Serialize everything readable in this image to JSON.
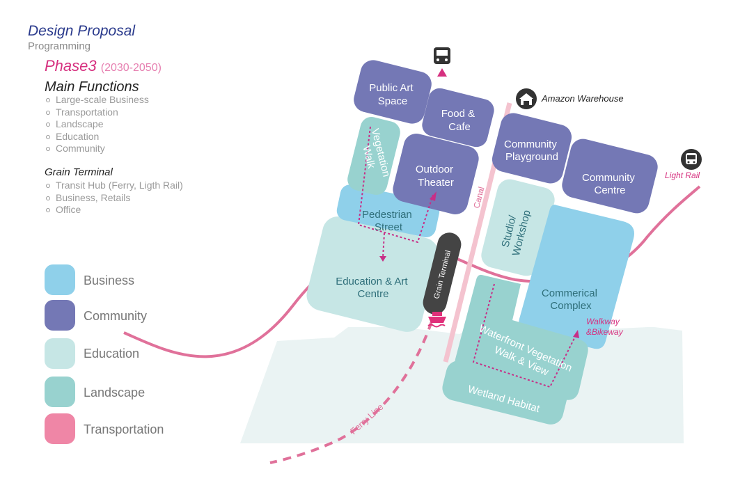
{
  "header": {
    "title": "Design Proposal",
    "subtitle": "Programming",
    "phase": "Phase3",
    "phase_years": "(2030-2050)"
  },
  "main_functions": {
    "heading": "Main Functions",
    "items": [
      "Large-scale Business",
      "Transportation",
      "Landscape",
      "Education",
      "Community"
    ]
  },
  "grain_terminal_info": {
    "heading": "Grain Terminal",
    "items": [
      "Transit Hub (Ferry, Ligth Rail)",
      "Business, Retails",
      "Office"
    ]
  },
  "legend": [
    {
      "label": "Business",
      "color": "#8fd0ea"
    },
    {
      "label": "Community",
      "color": "#7478b5"
    },
    {
      "label": "Education",
      "color": "#c6e6e5"
    },
    {
      "label": "Landscape",
      "color": "#98d2cf"
    },
    {
      "label": "Transportation",
      "color": "#ef86a6"
    }
  ],
  "colors": {
    "business": "#8fd0ea",
    "community": "#7478b5",
    "education": "#c6e6e5",
    "landscape": "#98d2cf",
    "transport": "#e0719a",
    "accent": "#d6307f",
    "water": "#eaf3f3"
  },
  "map": {
    "blocks": {
      "public_art": [
        "Public Art",
        "Space"
      ],
      "food_cafe": [
        "Food &",
        "Cafe"
      ],
      "vegetation_walk": [
        "Vegetation",
        "Walk"
      ],
      "outdoor_theater": [
        "Outdoor",
        "Theater"
      ],
      "pedestrian_street": [
        "Pedestrian",
        "Street"
      ],
      "education_art": [
        "Education & Art",
        "Centre"
      ],
      "community_playground": [
        "Community",
        "Playground"
      ],
      "community_centre": [
        "Community",
        "Centre"
      ],
      "studio_workshop": [
        "Studio/",
        "Workshop"
      ],
      "commercial_complex": [
        "Commerical",
        "Complex"
      ],
      "waterfront": [
        "Waterfront Vegetation",
        "Walk & View"
      ],
      "wetland": "Wetland Habitat"
    },
    "labels": {
      "amazon": "Amazon Warehouse",
      "light_rail": "Light Rail",
      "canal": "Canal",
      "grain_terminal": "Grain Terminal",
      "ferry_line": "Ferry Line",
      "walkway": [
        "Walkway",
        "&Bikeway"
      ]
    },
    "icons": [
      "bus-icon",
      "warehouse-icon",
      "light-rail-icon",
      "ferry-icon"
    ]
  }
}
